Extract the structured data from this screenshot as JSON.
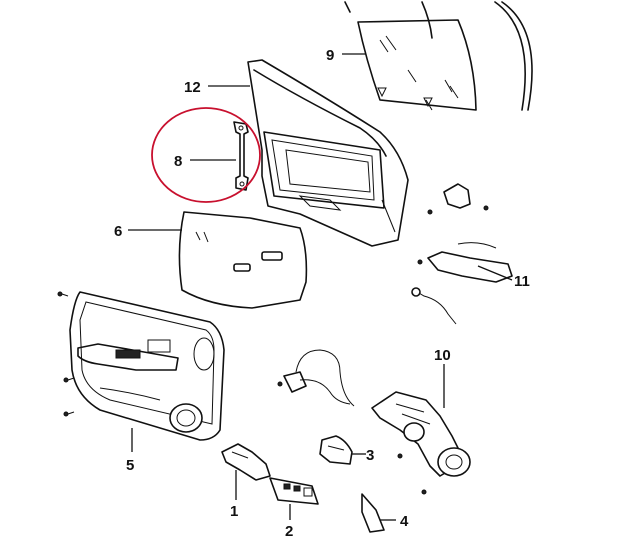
{
  "diagram": {
    "highlight_color": "#c8102e",
    "callouts": [
      {
        "key": "c1",
        "label": "1"
      },
      {
        "key": "c2",
        "label": "2"
      },
      {
        "key": "c3",
        "label": "3"
      },
      {
        "key": "c4",
        "label": "4"
      },
      {
        "key": "c5",
        "label": "5"
      },
      {
        "key": "c6",
        "label": "6"
      },
      {
        "key": "c8",
        "label": "8"
      },
      {
        "key": "c9",
        "label": "9"
      },
      {
        "key": "c10",
        "label": "10"
      },
      {
        "key": "c11",
        "label": "11"
      },
      {
        "key": "c12",
        "label": "12"
      }
    ],
    "highlighted_part": "8"
  }
}
